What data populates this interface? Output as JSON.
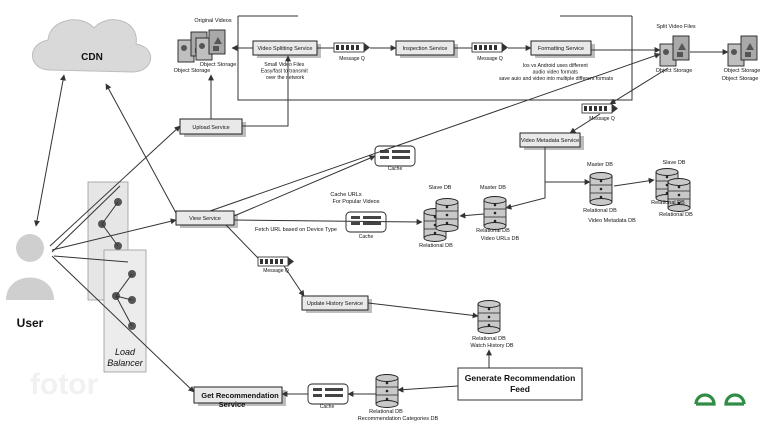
{
  "nodes": {
    "cdn": "CDN",
    "user": "User",
    "load_balancer": "Load Balancer",
    "original_videos": "Original Videos",
    "object_storage": "Object Storage",
    "upload_service": "Upload Service",
    "video_splitting_service": "Video Splitting Service",
    "inspection_service": "Inspection Service",
    "formatting_service": "Formatting Service",
    "message_q": "Message Q",
    "split_video_files": "Split Video Files",
    "view_service": "View Service",
    "cache": "Cache",
    "cache_urls": "Cache URLs For Popular Videos",
    "fetch_url": "Fetch URL based on Device Type",
    "slave_db": "Slave DB",
    "master_db": "Master DB",
    "relational_db": "Relational DB",
    "video_urls_db": "Video URLs DB",
    "video_metadata_service": "Video Metadata Service",
    "video_metadata_db": "Video Metadata DB",
    "update_history_service": "Update History Service",
    "watch_history_db": "Watch History DB",
    "get_recommendation_service": "Get Recommendation Service",
    "recommendation_categories_db": "Recommendation Categories DB",
    "generate_recommendation_feed": "Generate Recommendation Feed"
  },
  "notes": {
    "small_files": [
      "Small Video Files",
      "Easy/fast to transmit",
      "over the network"
    ],
    "formats": [
      "Ios vs Android uses different",
      "audio video formats",
      "save auio and video into multiple different formats"
    ]
  },
  "watermark": "fotor",
  "logo": "GfG",
  "colors": {
    "logo_green": "#2f8d46",
    "cdn_cloud": "#d9d9d9",
    "user_icon": "#cfcfcf"
  }
}
